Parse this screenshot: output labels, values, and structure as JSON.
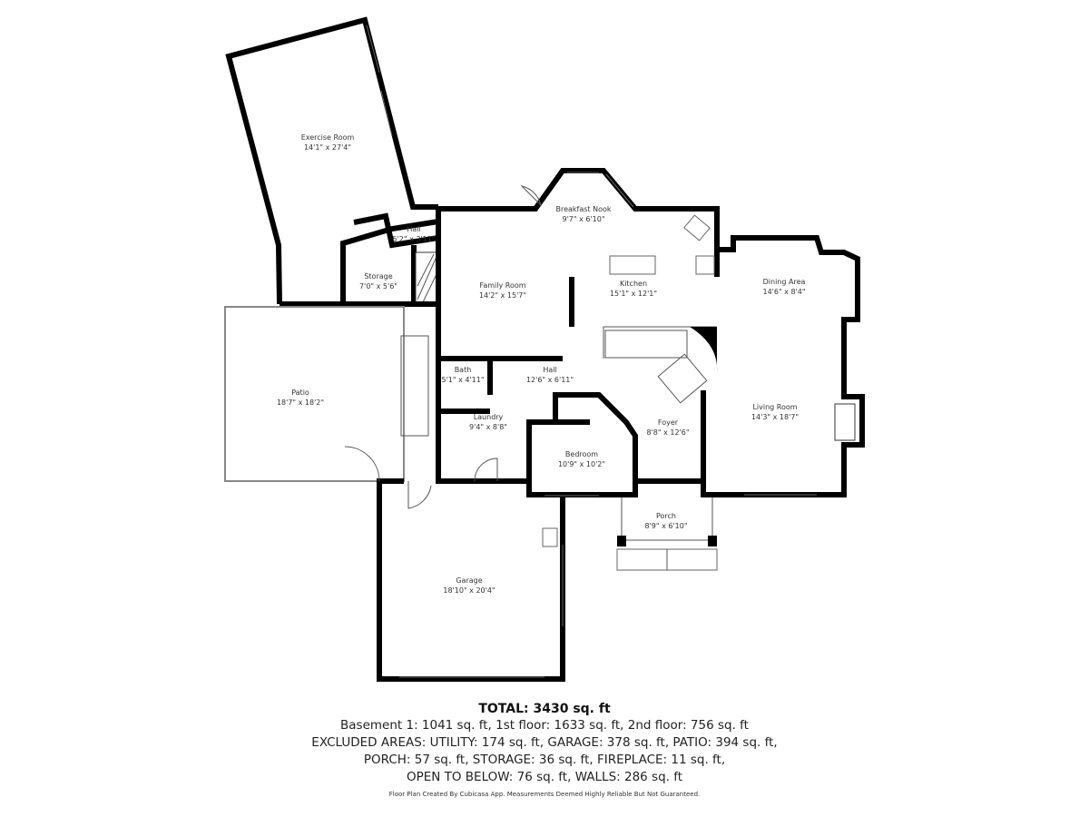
{
  "rooms": [
    {
      "name": "Exercise Room",
      "size": "14'1\" x 27'4\""
    },
    {
      "name": "Hall",
      "size": "5'2\" x 3'11\""
    },
    {
      "name": "Storage",
      "size": "7'0\" x 5'6\""
    },
    {
      "name": "Family Room",
      "size": "14'2\" x 15'7\""
    },
    {
      "name": "Breakfast Nook",
      "size": "9'7\" x 6'10\""
    },
    {
      "name": "Kitchen",
      "size": "15'1\" x 12'1\""
    },
    {
      "name": "Dining Area",
      "size": "14'6\" x 8'4\""
    },
    {
      "name": "Patio",
      "size": "18'7\" x 18'2\""
    },
    {
      "name": "Bath",
      "size": "5'1\" x 4'11\""
    },
    {
      "name": "Hall",
      "size": "12'6\" x 6'11\""
    },
    {
      "name": "Laundry",
      "size": "9'4\" x 8'8\""
    },
    {
      "name": "Bedroom",
      "size": "10'9\" x 10'2\""
    },
    {
      "name": "Foyer",
      "size": "8'8\" x 12'6\""
    },
    {
      "name": "Living Room",
      "size": "14'3\" x 18'7\""
    },
    {
      "name": "Porch",
      "size": "8'9\" x 6'10\""
    },
    {
      "name": "Garage",
      "size": "18'10\" x 20'4\""
    }
  ],
  "summary": {
    "total": "TOTAL: 3430 sq. ft",
    "lines": [
      "Basement 1: 1041 sq. ft, 1st floor: 1633 sq. ft, 2nd floor: 756 sq. ft",
      "EXCLUDED AREAS: UTILITY: 174 sq. ft, GARAGE: 378 sq. ft, PATIO: 394 sq. ft,",
      "PORCH: 57 sq. ft, STORAGE: 36 sq. ft, FIREPLACE: 11 sq. ft,",
      "OPEN TO BELOW: 76 sq. ft, WALLS: 286 sq. ft"
    ],
    "credit": "Floor Plan Created By Cubicasa App. Measurements Deemed Highly Reliable But Not Guaranteed."
  }
}
